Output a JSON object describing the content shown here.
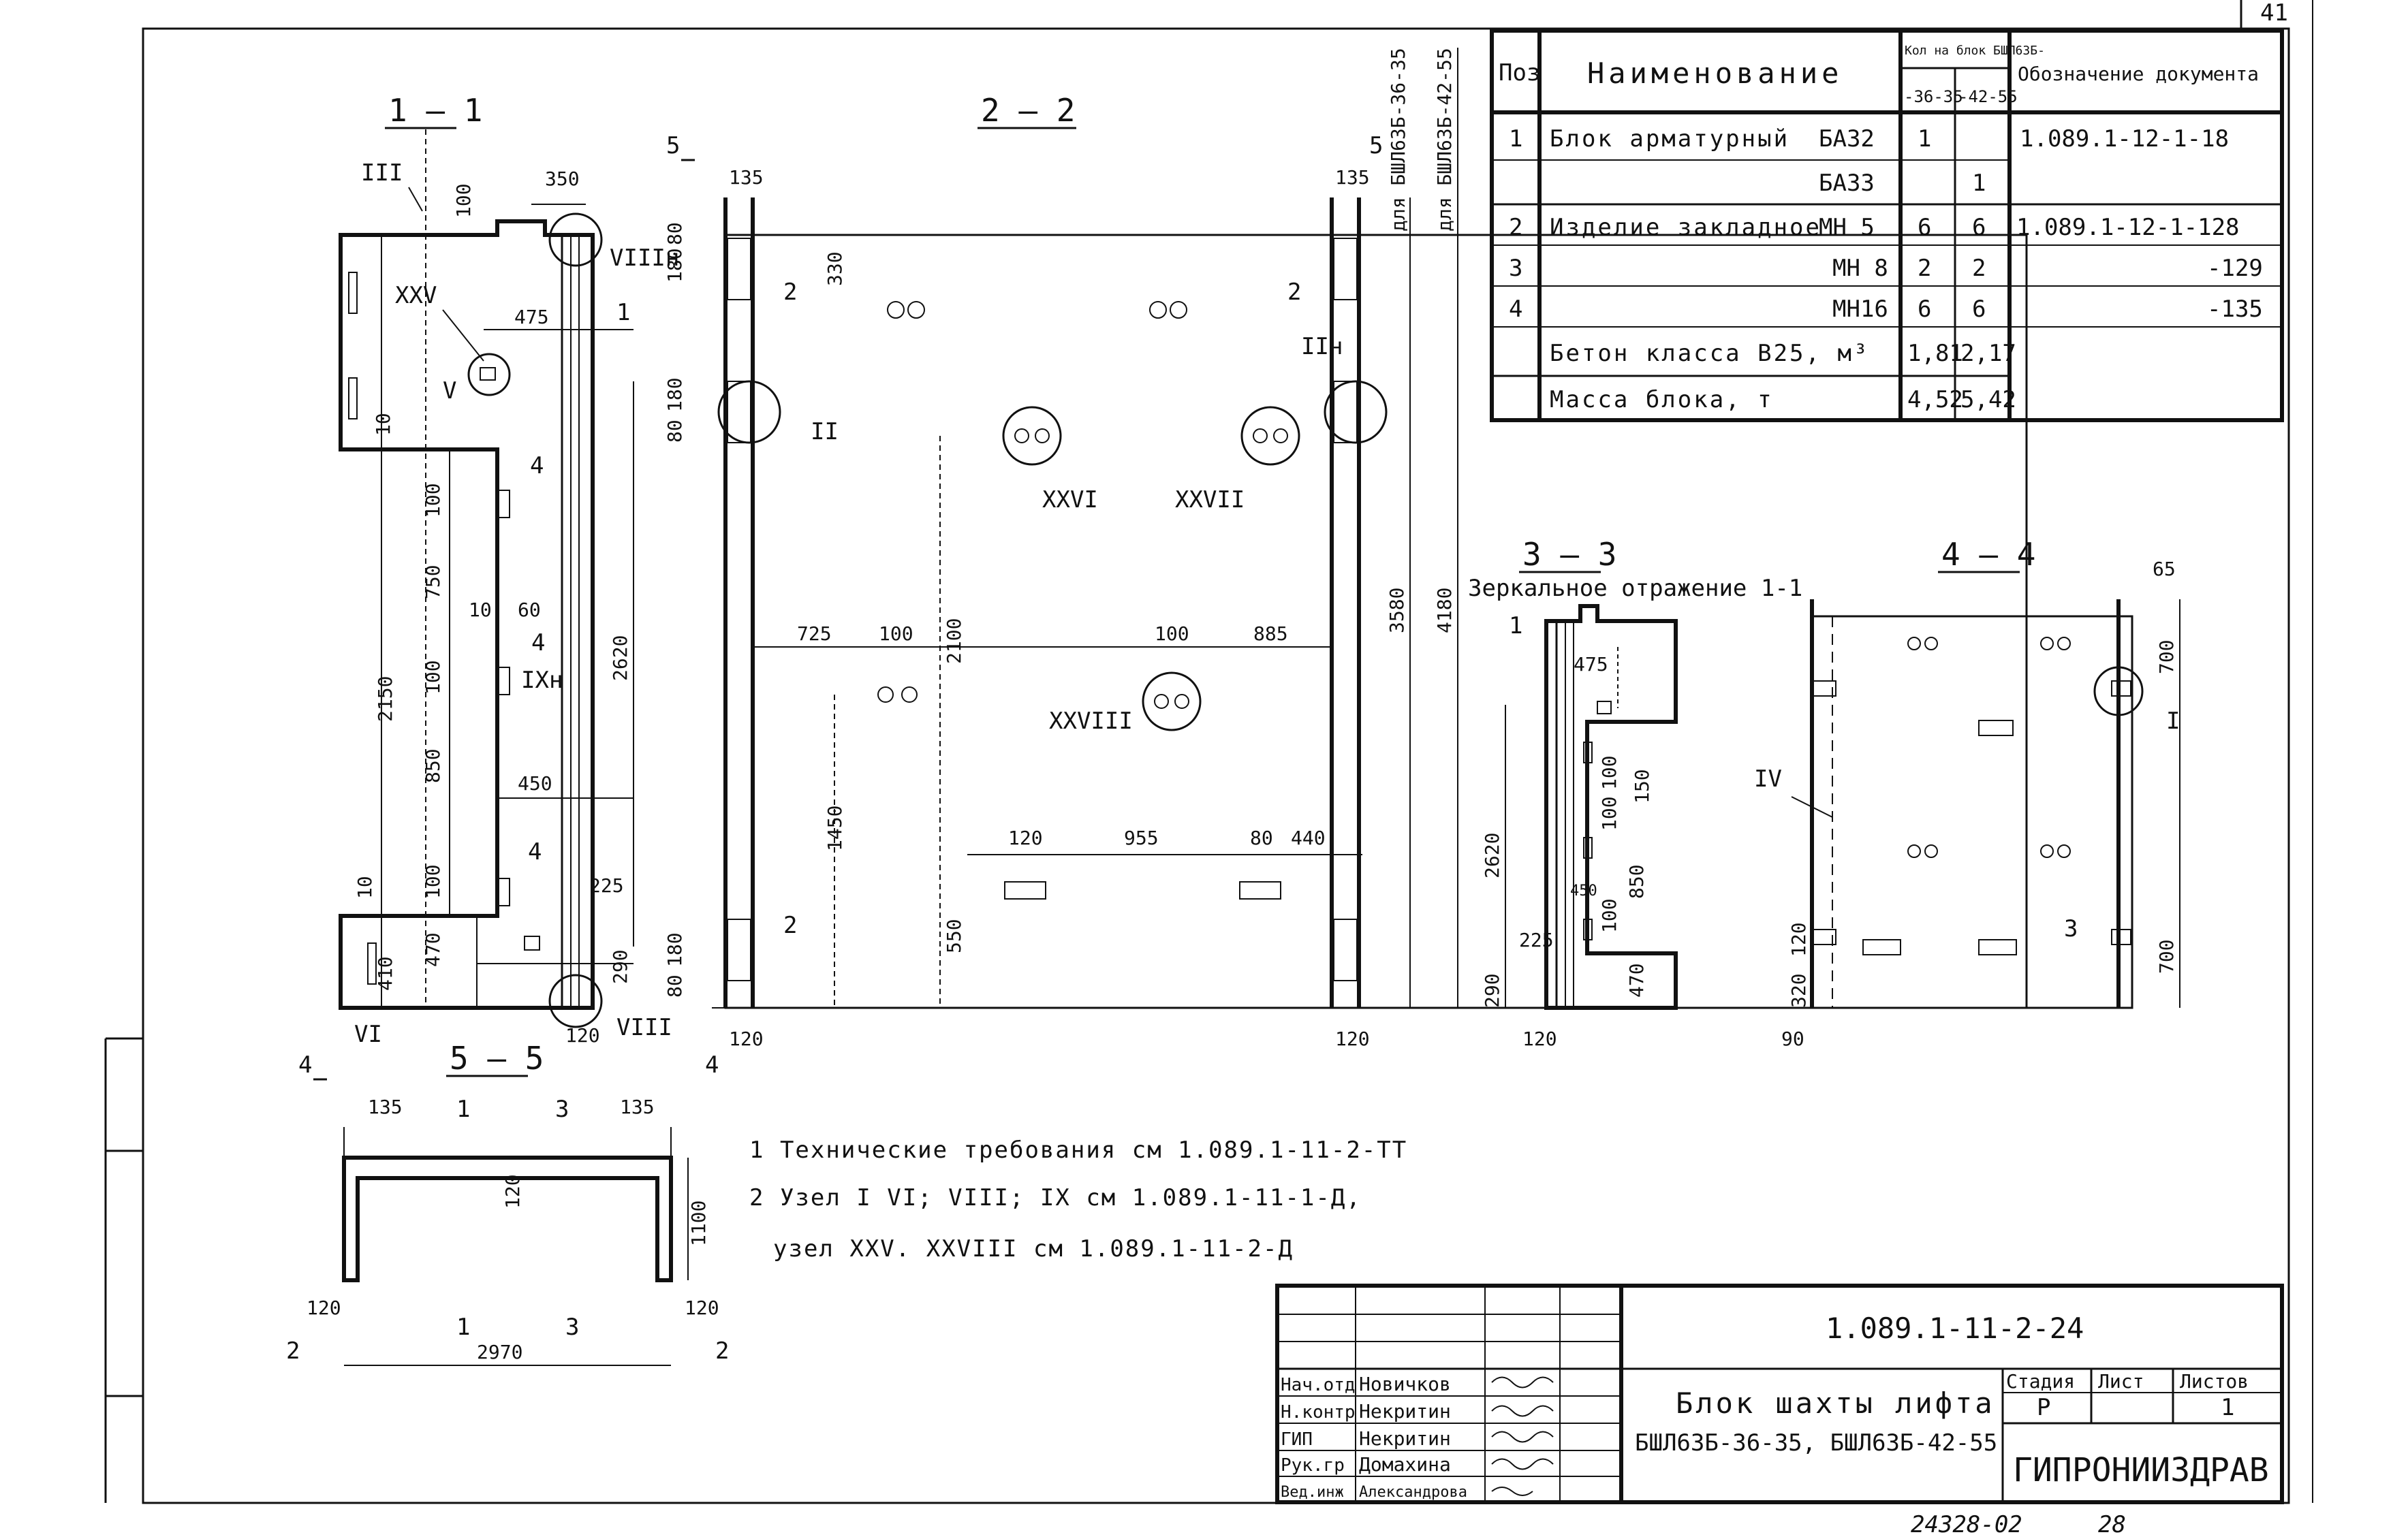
{
  "sheet": {
    "page_number": "41",
    "bottom_stamp_left": "24328-02",
    "bottom_stamp_right": "28"
  },
  "sections": {
    "s11": "1 — 1",
    "s22": "2 — 2",
    "s33": "3 — 3",
    "s44": "4 — 4",
    "s55": "5 — 5",
    "mirror_note": "Зеркальное отражение 1-1",
    "vertical_a": "для БШЛ63Б-36-35",
    "vertical_b": "для БШЛ63Б-42-55"
  },
  "spec_table": {
    "headers": {
      "pos": "Поз",
      "name": "Наименование",
      "qty": "Кол на блок БШЛ63Б-",
      "qty_a": "-36-35",
      "qty_b": "-42-55",
      "doc": "Обозначение документа"
    },
    "rows": [
      {
        "pos": "1",
        "name": "Блок арматурный",
        "mark": "БА32",
        "qa": "1",
        "qb": "",
        "doc": "1.089.1-12-1-18"
      },
      {
        "pos": "",
        "name": "",
        "mark": "БА33",
        "qa": "",
        "qb": "1",
        "doc": ""
      },
      {
        "pos": "2",
        "name": "Изделие закладное",
        "mark": "МН 5",
        "qa": "6",
        "qb": "6",
        "doc": "1.089.1-12-1-128"
      },
      {
        "pos": "3",
        "name": "",
        "mark": "МН 8",
        "qa": "2",
        "qb": "2",
        "doc": "-129"
      },
      {
        "pos": "4",
        "name": "",
        "mark": "МН16",
        "qa": "6",
        "qb": "6",
        "doc": "-135"
      },
      {
        "pos": "",
        "name": "Бетон класса В25, м³",
        "mark": "",
        "qa": "1,81",
        "qb": "2,17",
        "doc": ""
      },
      {
        "pos": "",
        "name": "Масса блока, т",
        "mark": "",
        "qa": "4,52",
        "qb": "5,42",
        "doc": ""
      }
    ]
  },
  "notes": {
    "n1": "1 Технические требования см 1.089.1-11-2-ТТ",
    "n2": "2 Узел I  VI; VIII; IX см 1.089.1-11-1-Д,",
    "n3": "узел XXV. XXVIII см 1.089.1-11-2-Д"
  },
  "title_block": {
    "code": "1.089.1-11-2-24",
    "title_line1": "Блок шахты лифта",
    "title_line2": "БШЛ63Б-36-35, БШЛ63Б-42-55",
    "stage_header": "Стадия",
    "sheet_header": "Лист",
    "sheets_header": "Листов",
    "stage": "Р",
    "sheets": "1",
    "org": "ГИПРОНИИЗДРАВ",
    "people": [
      {
        "role": "Нач.отд",
        "name": "Новичков"
      },
      {
        "role": "Н.контр",
        "name": "Некритин"
      },
      {
        "role": "ГИП",
        "name": "Некритин"
      },
      {
        "role": "Рук.гр",
        "name": "Домахина"
      },
      {
        "role": "Вед.инж",
        "name": "Александрова"
      }
    ]
  },
  "dims_11": [
    "100",
    "350",
    "475",
    "10",
    "100",
    "750",
    "10",
    "60",
    "100",
    "2150",
    "850",
    "450",
    "2620",
    "10",
    "100",
    "225",
    "410",
    "470",
    "290",
    "120"
  ],
  "dims_22": [
    "135",
    "180",
    "80",
    "330",
    "80",
    "180",
    "725",
    "100",
    "2100",
    "100",
    "885",
    "1450",
    "120",
    "955",
    "80",
    "440",
    "550",
    "80",
    "180",
    "120",
    "135",
    "120",
    "3580",
    "4180"
  ],
  "dims_33": [
    "475",
    "100",
    "150",
    "100",
    "2620",
    "850",
    "450",
    "225",
    "100",
    "470",
    "290",
    "120"
  ],
  "dims_44": [
    "65",
    "700",
    "700",
    "320",
    "120",
    "90"
  ],
  "dims_55": [
    "135",
    "135",
    "120",
    "1100",
    "120",
    "2970",
    "120"
  ],
  "markers_55": [
    "1",
    "3",
    "1",
    "3"
  ],
  "cuts": [
    "5",
    "5",
    "4",
    "4",
    "2",
    "2"
  ],
  "nodes": {
    "n11": [
      "III",
      "XXV",
      "V",
      "VIIIн",
      "IXн",
      "VI",
      "VIII"
    ],
    "n22": [
      "II",
      "IIн",
      "XXVI",
      "XXVII",
      "XXVIII"
    ],
    "n44": [
      "IV",
      "I"
    ],
    "pos_11": [
      "1",
      "4",
      "4",
      "4"
    ],
    "pos_22": [
      "2",
      "2",
      "2"
    ],
    "pos_33": [
      "1"
    ],
    "pos_44": [
      "3"
    ]
  }
}
